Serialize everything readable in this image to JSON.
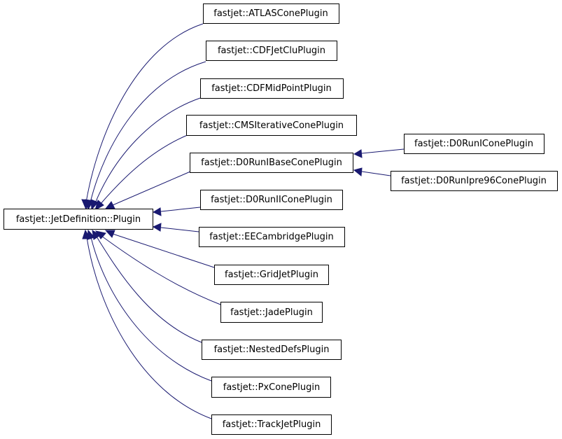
{
  "colors": {
    "edge": "#191970",
    "node_border": "#000000",
    "background": "#ffffff"
  },
  "nodes": {
    "base": "fastjet::JetDefinition::Plugin",
    "atlas_cone": "fastjet::ATLASConePlugin",
    "cdf_jet_clu": "fastjet::CDFJetCluPlugin",
    "cdf_midpoint": "fastjet::CDFMidPointPlugin",
    "cms_iterative_cone": "fastjet::CMSIterativeConePlugin",
    "d0_run_i_base_cone": "fastjet::D0RunIBaseConePlugin",
    "d0_run_ii_cone": "fastjet::D0RunIIConePlugin",
    "ee_cambridge": "fastjet::EECambridgePlugin",
    "grid_jet": "fastjet::GridJetPlugin",
    "jade": "fastjet::JadePlugin",
    "nested_defs": "fastjet::NestedDefsPlugin",
    "px_cone": "fastjet::PxConePlugin",
    "track_jet": "fastjet::TrackJetPlugin",
    "d0_run_i_cone": "fastjet::D0RunIConePlugin",
    "d0_run_ipre96_cone": "fastjet::D0RunIpre96ConePlugin"
  },
  "edges": [
    {
      "from": "atlas_cone",
      "to": "base"
    },
    {
      "from": "cdf_jet_clu",
      "to": "base"
    },
    {
      "from": "cdf_midpoint",
      "to": "base"
    },
    {
      "from": "cms_iterative_cone",
      "to": "base"
    },
    {
      "from": "d0_run_i_base_cone",
      "to": "base"
    },
    {
      "from": "d0_run_ii_cone",
      "to": "base"
    },
    {
      "from": "ee_cambridge",
      "to": "base"
    },
    {
      "from": "grid_jet",
      "to": "base"
    },
    {
      "from": "jade",
      "to": "base"
    },
    {
      "from": "nested_defs",
      "to": "base"
    },
    {
      "from": "px_cone",
      "to": "base"
    },
    {
      "from": "track_jet",
      "to": "base"
    },
    {
      "from": "d0_run_i_cone",
      "to": "d0_run_i_base_cone"
    },
    {
      "from": "d0_run_ipre96_cone",
      "to": "d0_run_i_base_cone"
    }
  ]
}
